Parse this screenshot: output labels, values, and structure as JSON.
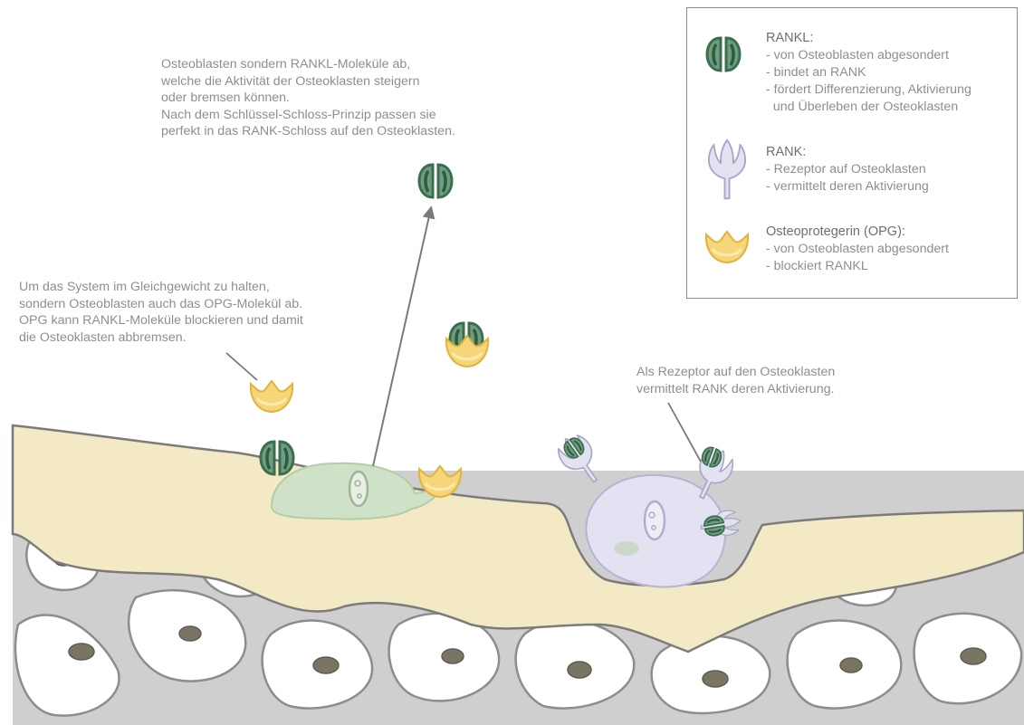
{
  "colors": {
    "rankl_green": "#3f7a56",
    "rank_lavender": "#d6d4ea",
    "opg_yellow": "#f2c94c",
    "bone_matrix": "#f3e9c4",
    "spongy_bone": "#d9d9d9",
    "osteoblast_green": "#cfe1c6",
    "osteoclast_lilac": "#e4e2f2"
  },
  "annotations": {
    "rankl_release": [
      "Osteoblasten sondern RANKL-Moleküle ab,",
      "welche die Aktivität der Osteoklasten steigern",
      "oder bremsen können.",
      "Nach dem Schlüssel-Schloss-Prinzip passen sie",
      "perfekt in das RANK-Schloss auf den Osteoklasten."
    ],
    "opg_release": [
      "Um das System im Gleichgewicht zu halten,",
      "sondern Osteoblasten auch das OPG-Molekül ab.",
      "OPG kann RANKL-Moleküle blockieren und damit",
      "die Osteoklasten abbremsen."
    ],
    "rank_receptor": [
      "Als Rezeptor auf den Osteoklasten",
      "vermittelt RANK deren Aktivierung."
    ]
  },
  "legend": {
    "rankl": {
      "icon": "rankl-molecule-icon",
      "title": "RANKL:",
      "lines": [
        "- von Osteoblasten abgesondert",
        "- bindet an RANK",
        "- fördert Differenzierung, Aktivierung",
        "  und Überleben der Osteoklasten"
      ]
    },
    "rank": {
      "icon": "rank-receptor-icon",
      "title": "RANK:",
      "lines": [
        "- Rezeptor auf Osteoklasten",
        "- vermittelt deren Aktivierung"
      ]
    },
    "opg": {
      "icon": "opg-molecule-icon",
      "title": "Osteoprotegerin (OPG):",
      "lines": [
        "- von Osteoblasten abgesondert",
        "- blockiert RANKL"
      ]
    }
  }
}
